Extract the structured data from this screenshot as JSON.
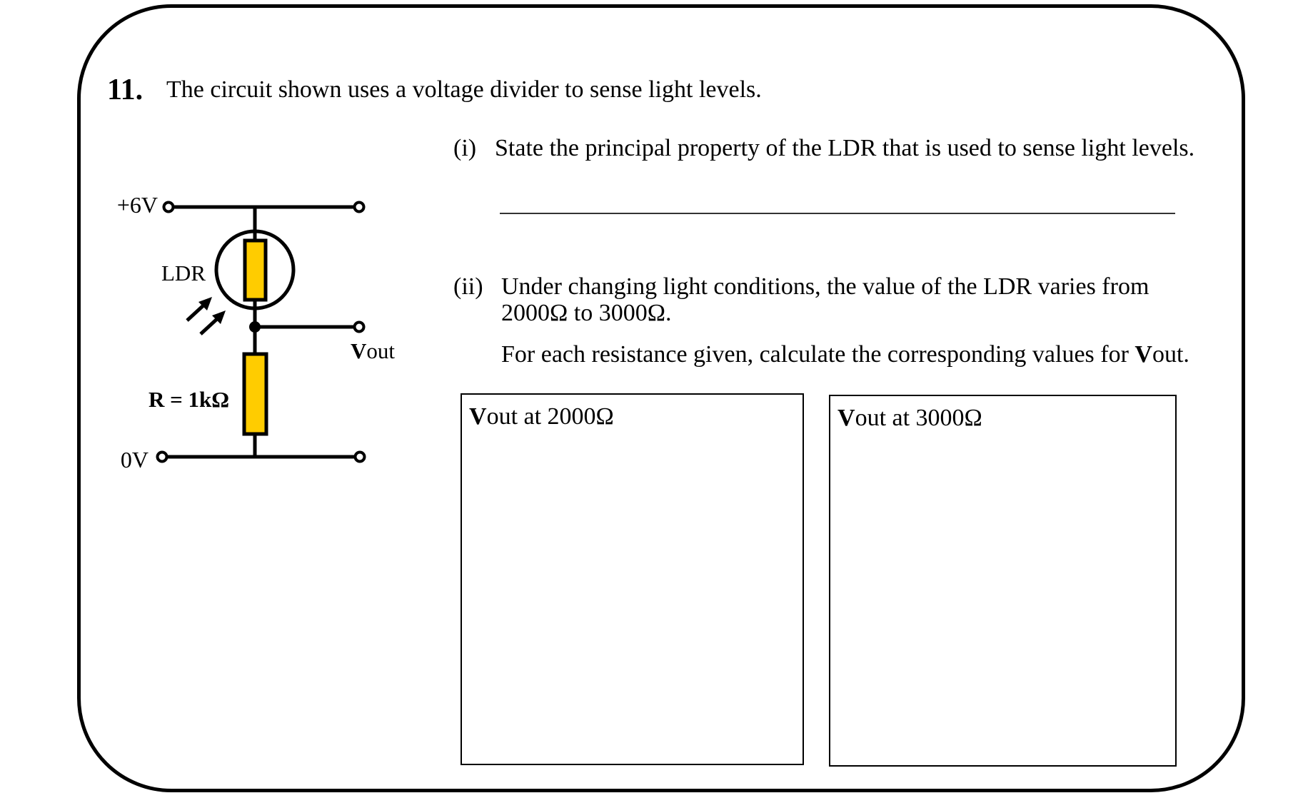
{
  "question": {
    "number": "11.",
    "intro": "The circuit shown uses a voltage divider to sense light levels."
  },
  "circuit": {
    "supply_label": "+6V",
    "ground_label": "0V",
    "ldr_label": "LDR",
    "resistor_label": "R = 1kΩ",
    "output_label_bold": "V",
    "output_label_rest": "out",
    "colors": {
      "component_fill": "#FFCC00",
      "wire": "#000000"
    }
  },
  "parts": [
    {
      "label": "(i)",
      "text": "State the principal property of the LDR that is used to sense light levels."
    },
    {
      "label": "(ii)",
      "text_line1": "Under changing light conditions, the value of the LDR varies from",
      "text_line2": "2000Ω to 3000Ω.",
      "instruction_prefix": "For each resistance given, calculate the corresponding values for ",
      "instruction_bold": "V",
      "instruction_suffix": "out."
    }
  ],
  "answer_boxes": [
    {
      "label_bold": "V",
      "label_rest": "out at 2000Ω",
      "value": ""
    },
    {
      "label_bold": "V",
      "label_rest": "out at 3000Ω",
      "value": ""
    }
  ]
}
